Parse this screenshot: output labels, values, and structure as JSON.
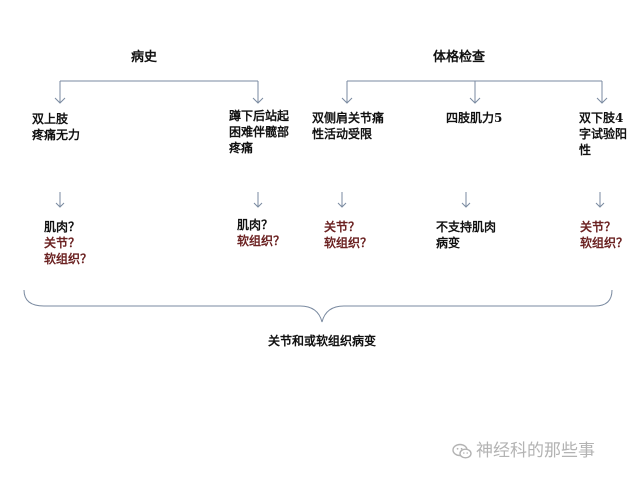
{
  "headers": {
    "history": "病史",
    "exam": "体格检查"
  },
  "findings": {
    "f1": [
      "双上肢",
      "疼痛无力"
    ],
    "f2": [
      "蹲下后站起",
      "困难伴髋部",
      "疼痛"
    ],
    "f3": [
      "双侧肩关节痛",
      "性活动受限"
    ],
    "f4": [
      "四肢肌力5"
    ],
    "f5": [
      "双下肢4",
      "字试验阳",
      "性"
    ]
  },
  "inferences": {
    "i1": [
      "肌肉？",
      "关节？",
      "软组织？"
    ],
    "i2": [
      "肌肉？",
      "软组织？"
    ],
    "i3": [
      "关节？",
      "软组织？"
    ],
    "i4": [
      "不支持肌肉",
      "病变"
    ],
    "i5": [
      "关节？",
      "软组织？"
    ]
  },
  "conclusion": "关节和或软组织病变",
  "watermark": "神经科的那些事",
  "colors": {
    "line": "#7a8aa0",
    "text": "#111111",
    "emphasis": "#6b2222",
    "watermark": "#b3b3b3"
  }
}
